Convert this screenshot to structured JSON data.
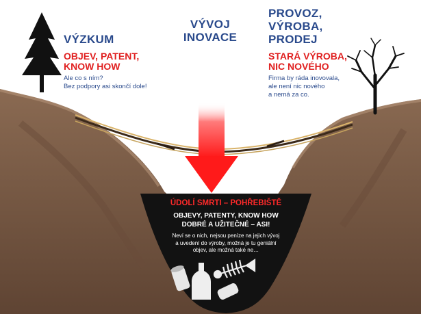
{
  "left": {
    "title": "VÝZKUM",
    "subtitle_lines": [
      "OBJEV, PATENT,",
      "KNOW HOW"
    ],
    "note_lines": [
      "Ale co s ním?",
      "Bez podpory asi skončí dole!"
    ]
  },
  "center": {
    "title_lines": [
      "VÝVOJ",
      "INOVACE"
    ]
  },
  "right": {
    "title_lines": [
      "PROVOZ,",
      "VÝROBA,",
      "PRODEJ"
    ],
    "subtitle_lines": [
      "STARÁ VÝROBA,",
      "NIC NOVÉHO"
    ],
    "note_lines": [
      "Firma by ráda inovovala,",
      "ale není nic nového",
      "a nemá za co."
    ]
  },
  "valley": {
    "title": "ÚDOLÍ SMRTI – POHŘEBIŠTĚ",
    "subtitle_lines": [
      "OBJEVY, PATENTY, KNOW HOW",
      "DOBRÉ A UŽITEČNÉ – ASI!"
    ],
    "note_lines": [
      "Neví se o nich, nejsou peníze na jejich vývoj",
      "a uvedení do výroby, možná je tu geniální",
      "objev, ale možná také ne…"
    ]
  },
  "colors": {
    "blue_text": "#2a4a8c",
    "red_text": "#e02020",
    "ground": "#7a5a44",
    "pit": "#121212",
    "arrow": "#ff1a1a"
  },
  "icons": [
    "tree-icon",
    "bare-tree-icon",
    "arrow-down-icon",
    "rope-bridge-icon",
    "can-icon",
    "bottle-icon",
    "fish-skeleton-icon"
  ]
}
